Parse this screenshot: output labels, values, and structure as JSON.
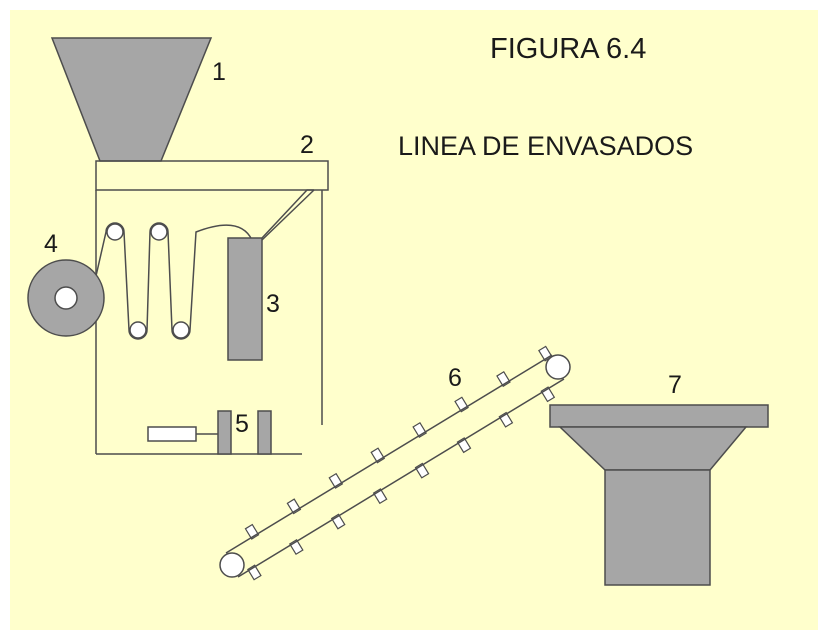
{
  "title": "FIGURA 6.4",
  "subtitle": "LINEA DE ENVASADOS",
  "colors": {
    "background": "#ffffcc",
    "part_fill": "#a6a6a6",
    "outline": "#4d4d4d",
    "roller_fill": "#ffffff"
  },
  "labels": {
    "hopper": "1",
    "top_bar": "2",
    "chute": "3",
    "film_roll": "4",
    "sealer": "5",
    "conveyor": "6",
    "receiver": "7"
  }
}
